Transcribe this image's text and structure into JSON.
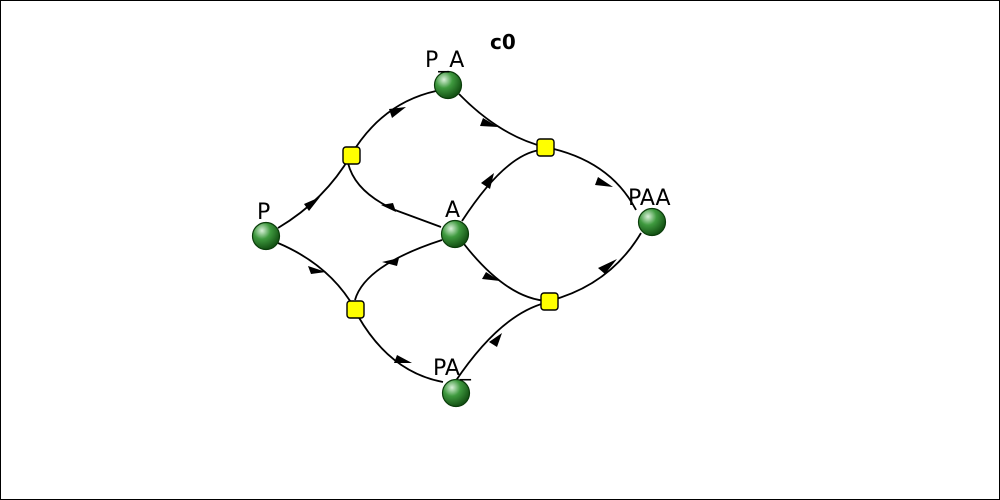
{
  "title": "c0",
  "species": [
    {
      "id": "P",
      "label": "P"
    },
    {
      "id": "P_A",
      "label": "P_A"
    },
    {
      "id": "A",
      "label": "A"
    },
    {
      "id": "PA",
      "label": "PA_"
    },
    {
      "id": "PAA",
      "label": "PAA"
    }
  ],
  "reactions": [
    {
      "id": "r1",
      "reactants": [
        "P"
      ],
      "modifiers": [
        "A"
      ],
      "products": [
        "P_A"
      ]
    },
    {
      "id": "r2",
      "reactants": [
        "P",
        "A"
      ],
      "products": [
        "PA"
      ]
    },
    {
      "id": "r3",
      "reactants": [
        "P_A",
        "A"
      ],
      "products": [
        "PAA"
      ]
    },
    {
      "id": "r4",
      "reactants": [
        "A",
        "PA"
      ],
      "products": [
        "PAA"
      ]
    }
  ],
  "colors": {
    "species_fill": "#2e8b2e",
    "species_highlight": "#d8f0d8",
    "reaction_fill": "#ffff00",
    "edge": "#000000"
  }
}
